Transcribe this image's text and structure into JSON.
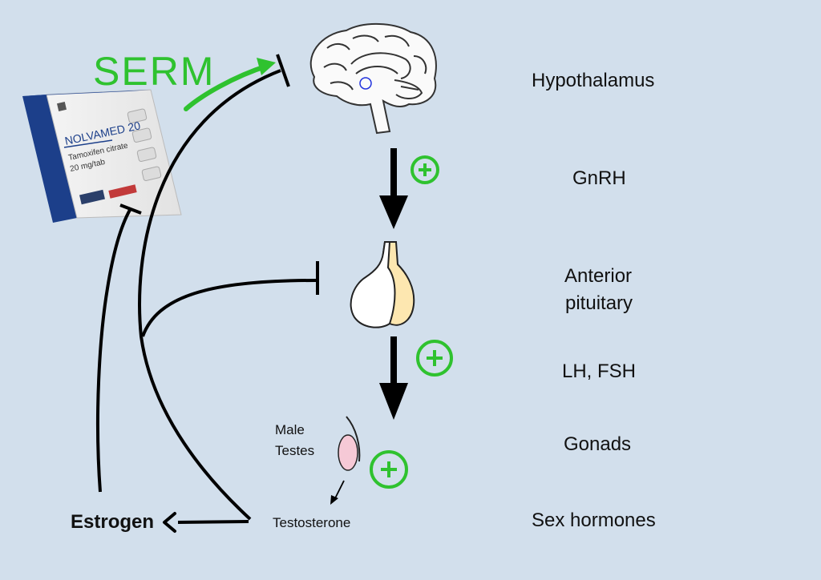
{
  "labels": {
    "hypothalamus": "Hypothalamus",
    "gnrh": "GnRH",
    "anterior": "Anterior",
    "pituitary": "pituitary",
    "lh_fsh": "LH, FSH",
    "gonads": "Gonads",
    "sex_hormones": "Sex hormones",
    "male": "Male",
    "testes": "Testes",
    "testosterone": "Testosterone",
    "estrogen": "Estrogen",
    "serm": "SERM"
  },
  "package": {
    "brand": "NOLVAMED 20",
    "drug": "Tamoxifen citrate",
    "dose": "20 mg/tab"
  },
  "colors": {
    "background": "#d2dfec",
    "serm_green": "#2fc22f",
    "arrow": "#000000",
    "pituitary_anterior": "#fde7b0",
    "testis": "#f6c9d6",
    "package_blue": "#1c3f8a"
  },
  "icons": [
    "brain-icon",
    "pituitary-gland-icon",
    "testis-icon",
    "plus-stimulation-icon",
    "inhibition-bar-icon",
    "medicine-package-icon"
  ]
}
